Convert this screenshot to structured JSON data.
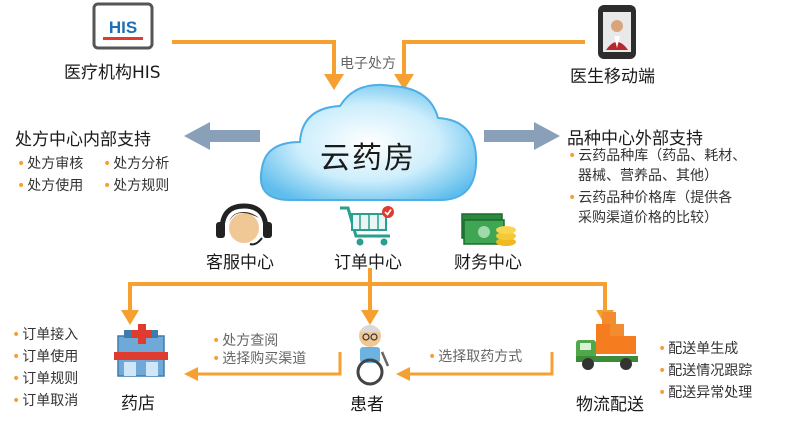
{
  "nodes": {
    "his_logo": "HIS",
    "his": "医疗机构HIS",
    "mobile": "医生移动端",
    "cloud": "云药房",
    "service": "客服中心",
    "order": "订单中心",
    "finance": "财务中心",
    "pharmacy": "药店",
    "patient": "患者",
    "logistics": "物流配送"
  },
  "edges": {
    "e_prescription": "电子处方",
    "pharmacy_flow": [
      "处方查阅",
      "选择购买渠道"
    ],
    "patient_flow": "选择取药方式"
  },
  "left_panel": {
    "title": "处方中心内部支持",
    "items": [
      "处方审核",
      "处方分析",
      "处方使用",
      "处方规则"
    ]
  },
  "right_panel": {
    "title": "品种中心外部支持",
    "items": [
      [
        "云药品种库（药品、耗材、",
        "器械、营养品、其他）"
      ],
      [
        "云药品种价格库（提供各",
        "采购渠道价格的比较）"
      ]
    ]
  },
  "pharmacy_items": [
    "订单接入",
    "订单使用",
    "订单规则",
    "订单取消"
  ],
  "logistics_items": [
    "配送单生成",
    "配送情况跟踪",
    "配送异常处理"
  ],
  "colors": {
    "arrow_orange": "#f5a030",
    "arrow_gray": "#8aa0b8",
    "cloud": "#55b7ea",
    "cloud_core": "#cfeefc"
  }
}
